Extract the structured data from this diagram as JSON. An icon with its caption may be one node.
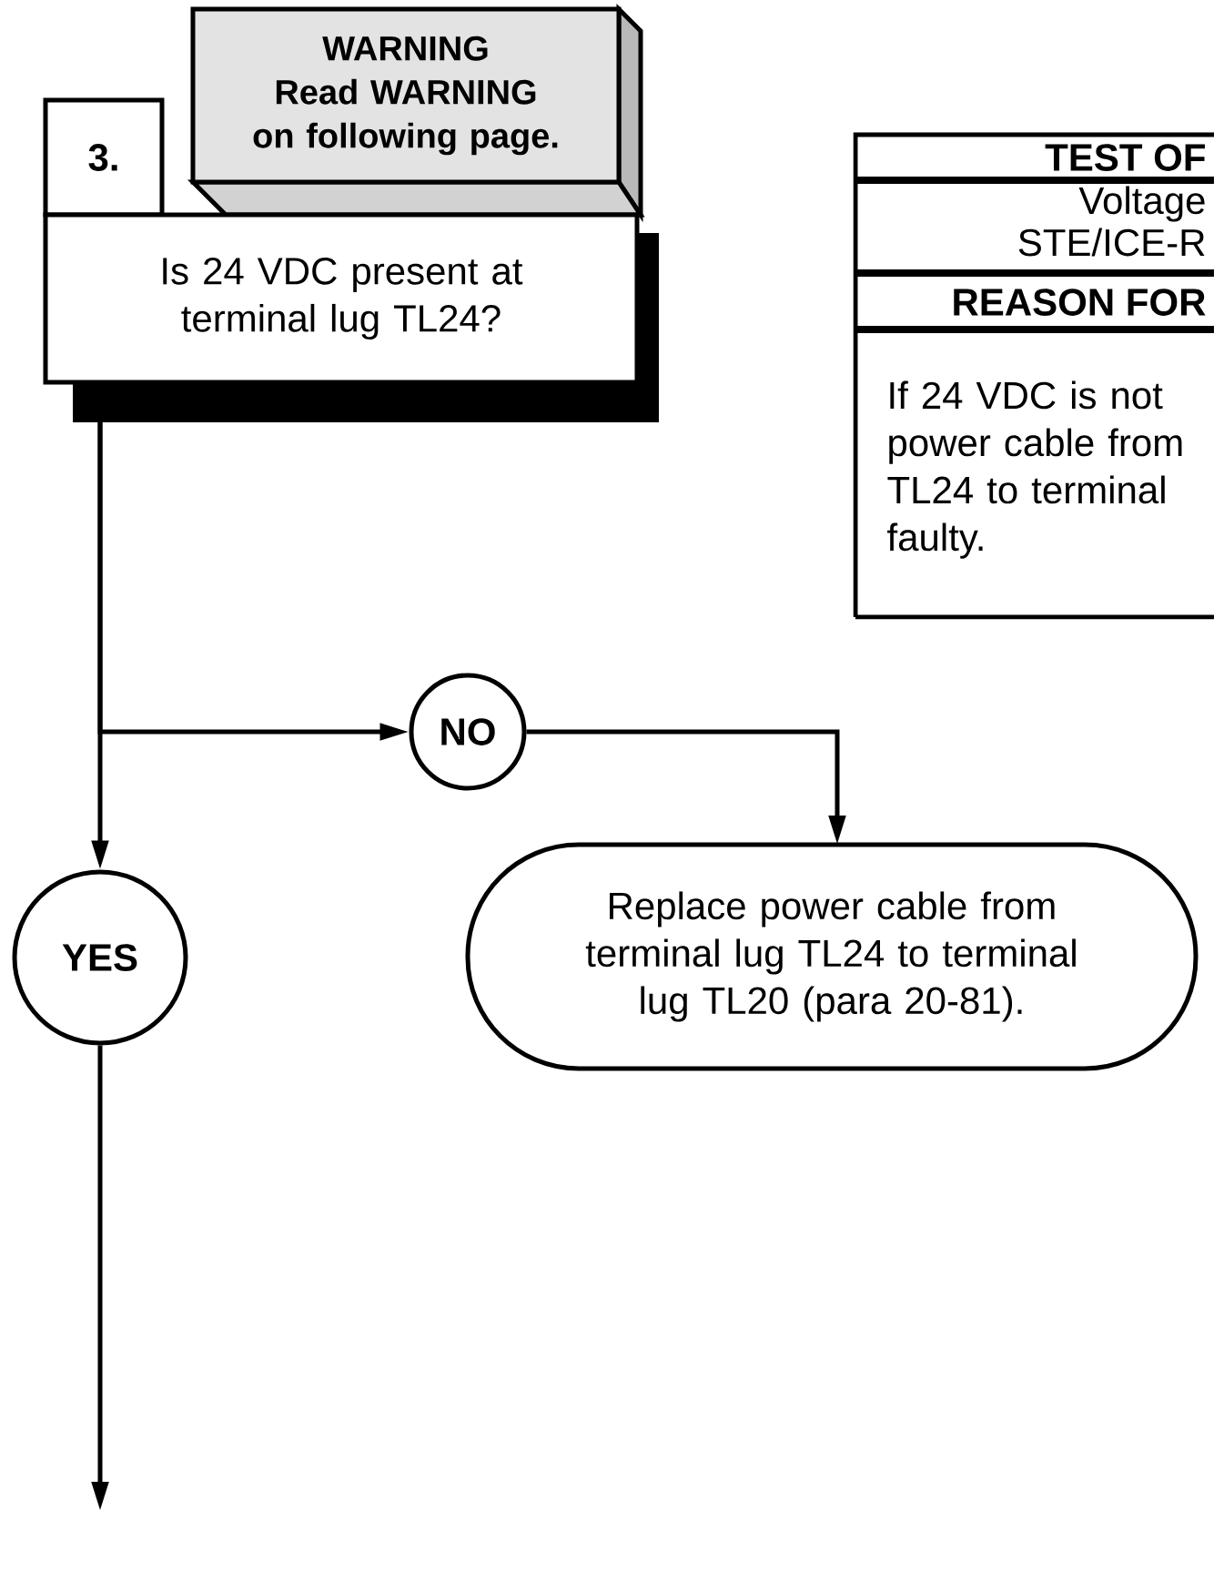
{
  "diagram": {
    "nodes": [
      {
        "text": [
          "3."
        ]
      },
      {
        "text": [
          "WARNING",
          "Read WARNING on following page."
        ]
      },
      {
        "text": [
          "Is 24 VDC present at terminal lug TL24?"
        ]
      },
      {
        "text": [
          "TEST OF",
          "Voltage",
          "STE/ICE-R",
          "REASON FOR",
          "If 24 VDC is not power cable from TL24 to terminal faulty."
        ]
      },
      {
        "text": [
          "NO"
        ]
      },
      {
        "text": [
          "YES"
        ]
      },
      {
        "text": [
          "Replace power cable from terminal lug TL24 to terminal lug TL20 (para 20-81)."
        ]
      }
    ],
    "edges": [
      {
        "from": 2,
        "to": 4,
        "arrow": "to"
      },
      {
        "from": 2,
        "to": 5,
        "arrow": "to"
      },
      {
        "from": 4,
        "to": 6,
        "arrow": "to"
      },
      {
        "from": 5,
        "to": null,
        "arrow": "to"
      }
    ]
  }
}
